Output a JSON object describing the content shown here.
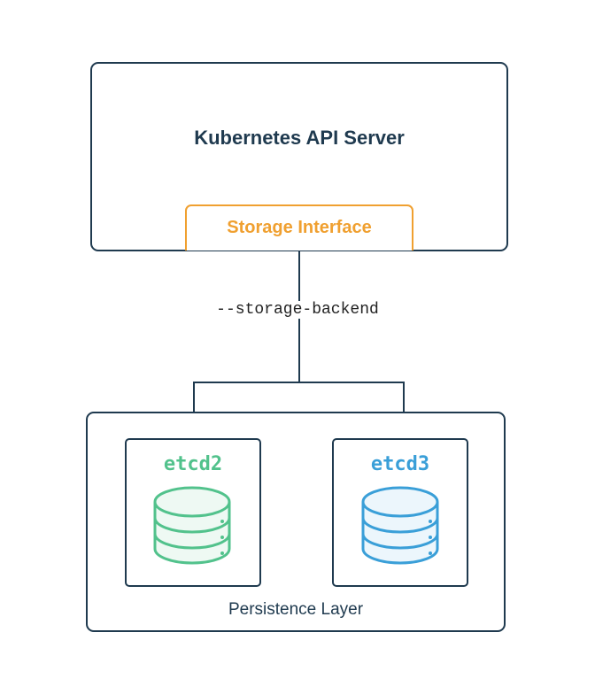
{
  "api_server": {
    "title": "Kubernetes API Server"
  },
  "storage_interface": {
    "label": "Storage Interface"
  },
  "connector": {
    "flag": "--storage-backend"
  },
  "persistence_layer": {
    "label": "Persistence Layer",
    "backends": [
      {
        "label": "etcd2",
        "icon": "database-icon",
        "color": "#52c28c"
      },
      {
        "label": "etcd3",
        "icon": "database-icon",
        "color": "#3a9fd8"
      }
    ]
  },
  "colors": {
    "outline": "#1f3a4f",
    "accent": "#f0a030"
  }
}
